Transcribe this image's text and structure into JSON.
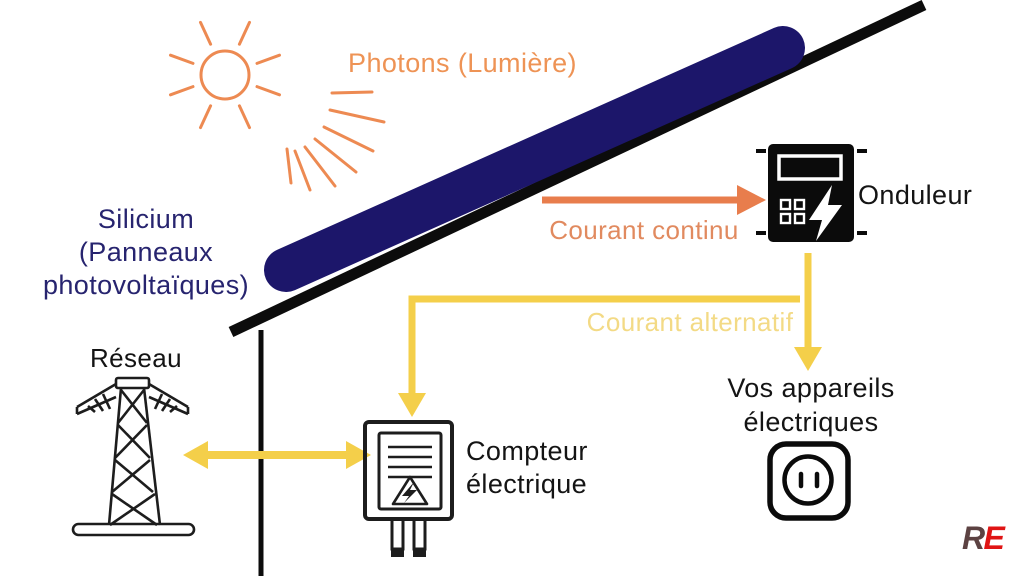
{
  "diagram": {
    "labels": {
      "photons": "Photons (Lumière)",
      "silicium": [
        "Silicium",
        "(Panneaux",
        "photovoltaïques)"
      ],
      "courant_continu": "Courant continu",
      "onduleur": "Onduleur",
      "courant_alternatif": "Courant alternatif",
      "vos_appareils": [
        "Vos appareils",
        "électriques"
      ],
      "reseau": "Réseau",
      "compteur": [
        "Compteur",
        "électrique"
      ],
      "logo": {
        "r": "R",
        "e": "E"
      }
    },
    "icons": {
      "sun": "sun-icon",
      "light_rays": "light-rays-icon",
      "solar_panel": "solar-panel",
      "roof": "roof-line",
      "wall": "wall-line",
      "inverter": "inverter-icon",
      "meter": "electric-meter-icon",
      "pylon": "transmission-tower-icon",
      "outlet": "power-outlet-icon",
      "dc_arrow": "dc-current-arrow",
      "ac_arrow_devices": "ac-arrow-to-devices",
      "ac_arrow_meter": "ac-arrow-to-meter",
      "grid_arrow": "grid-double-arrow"
    },
    "colors": {
      "sun_orange": "#ed8a52",
      "photons_text_orange": "#ee9355",
      "dc_arrow_orange": "#e87d4c",
      "dc_text_orange": "#e18a5f",
      "ac_yellow": "#f4cf4a",
      "ac_text_yellow": "#f3da85",
      "panel_navy": "#1c166a",
      "silicium_text_navy": "#27246f",
      "line_black": "#0c0c0c",
      "icon_black": "#1d1d1d",
      "logo_red": "#e01414",
      "logo_dark_red": "#5c4242"
    }
  }
}
